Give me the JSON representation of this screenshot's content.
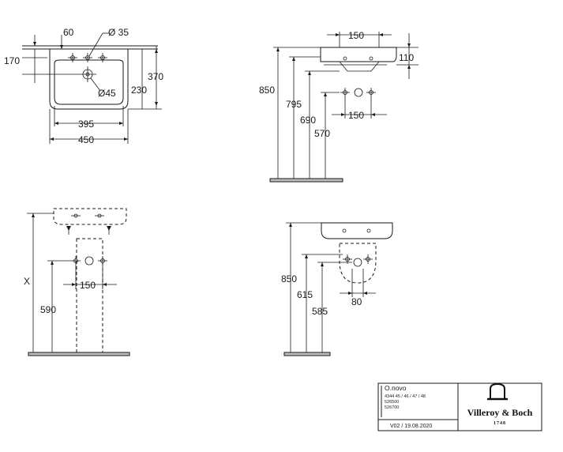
{
  "views": {
    "top": {
      "dim_60": "60",
      "dim_dia35": "Ø 35",
      "dim_170": "170",
      "dim_370": "370",
      "dim_dia45": "Ø45",
      "dim_230": "230",
      "dim_395": "395",
      "dim_450": "450"
    },
    "side_wall": {
      "dim_150_top": "150",
      "dim_110": "110",
      "dim_850": "850",
      "dim_795": "795",
      "dim_690": "690",
      "dim_150_bottom": "150",
      "dim_570": "570"
    },
    "front_pedestal": {
      "dim_x": "X",
      "dim_150": "150",
      "dim_590": "590"
    },
    "front_semi_pedestal": {
      "dim_850": "850",
      "dim_615": "615",
      "dim_585": "585",
      "dim_80": "80"
    }
  },
  "title_block": {
    "product": "O.novo",
    "codes": [
      "4344 45 / 46 / 47 / 48",
      "526500",
      "526700"
    ],
    "version": "V02 / 19.08.2020",
    "brand": "Villeroy & Boch",
    "brand_year": "1748"
  }
}
